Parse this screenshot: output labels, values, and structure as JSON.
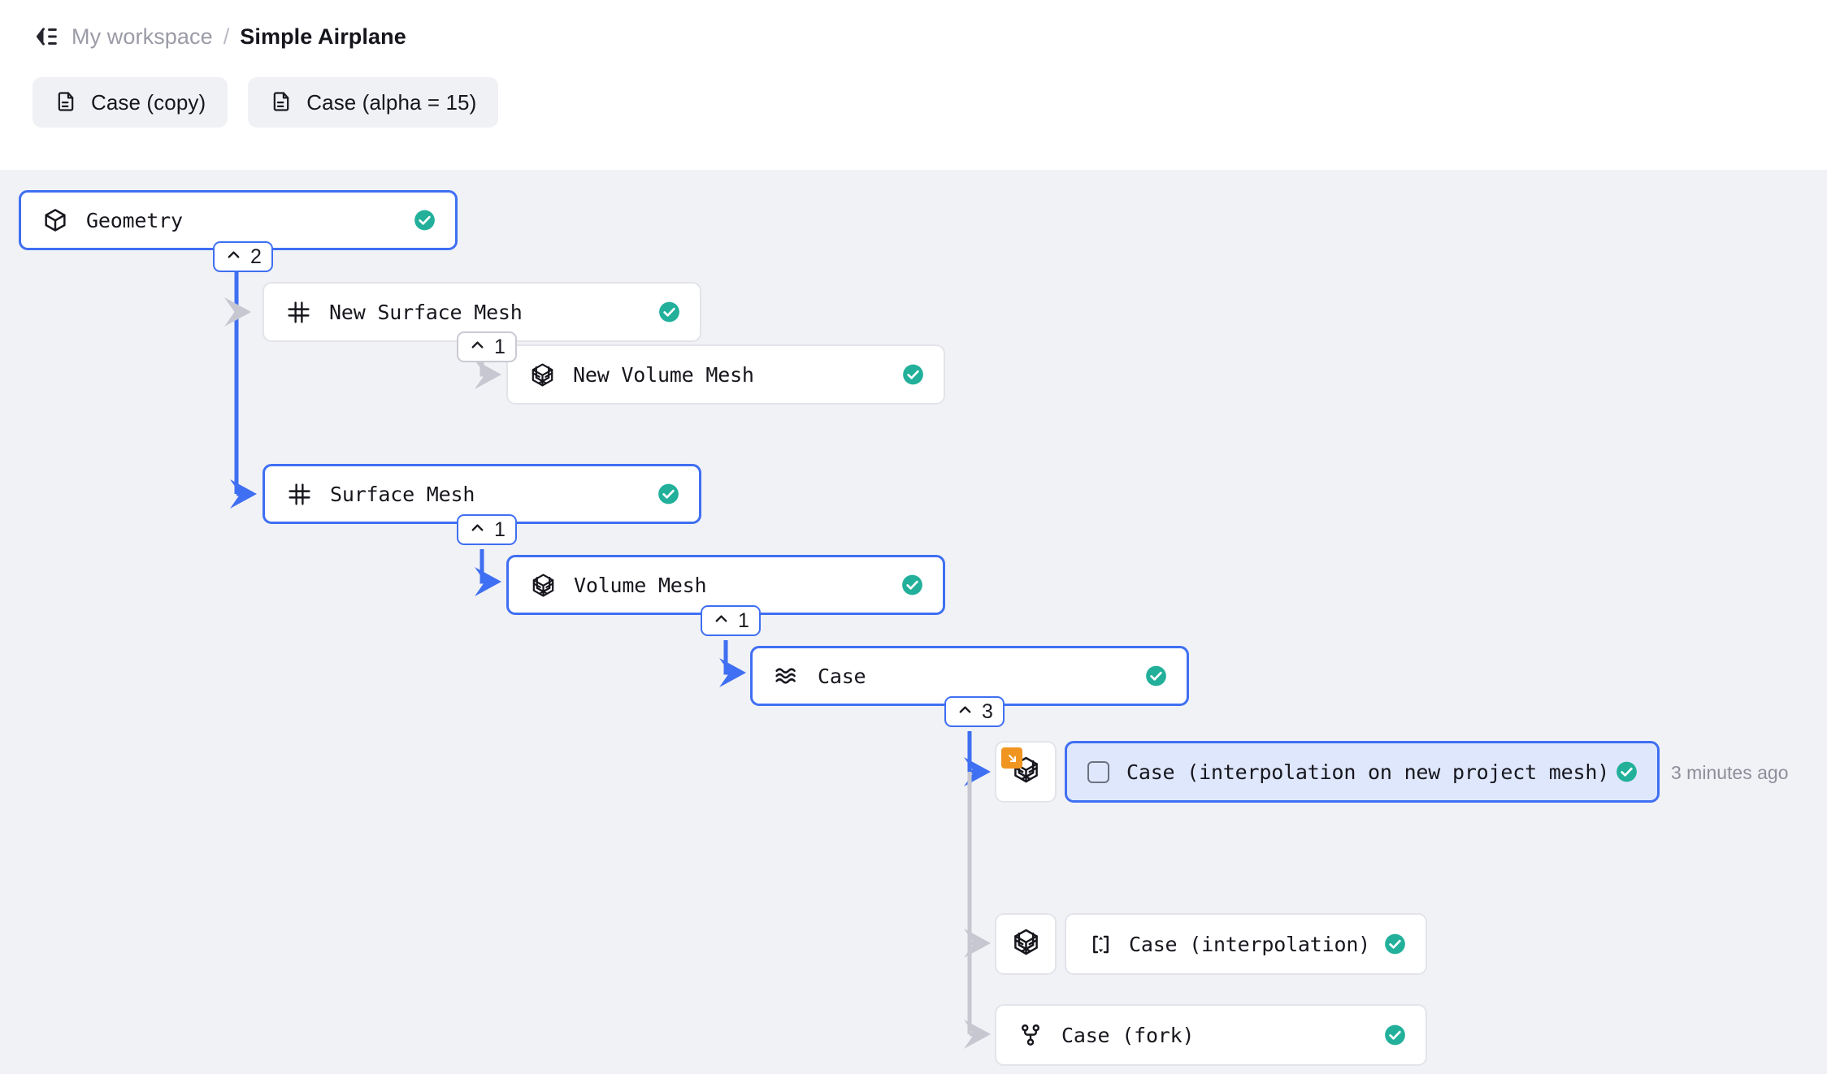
{
  "header": {
    "collapse_icon": "collapse-sidebar-icon",
    "breadcrumb": {
      "workspace": "My workspace",
      "separator": "/",
      "title": "Simple Airplane"
    },
    "chips": [
      {
        "icon": "file-text-icon",
        "label": "Case (copy)"
      },
      {
        "icon": "file-text-icon",
        "label": "Case (alpha = 15)"
      }
    ]
  },
  "colors": {
    "accent_blue": "#3f6ff2",
    "node_border": "#e3e4ea",
    "highlight_fill": "#dfe7fc",
    "status_green": "#22b09b",
    "flag_orange": "#f0951f",
    "canvas_bg": "#f1f2f6",
    "chip_bg": "#f0f1f5",
    "connector_gray": "#c6c7d0"
  },
  "graph": {
    "nodes": [
      {
        "id": "geometry",
        "label": "Geometry",
        "icon": "cube-icon",
        "status": "check-circle-icon",
        "selected": true,
        "highlighted": false,
        "badge": {
          "chevron": "chevron-up-icon",
          "count": "2",
          "color": "blue"
        }
      },
      {
        "id": "new-surface-mesh",
        "label": "New Surface Mesh",
        "icon": "grid-icon",
        "status": "check-circle-icon",
        "selected": false,
        "highlighted": false,
        "badge": {
          "chevron": "chevron-up-icon",
          "count": "1",
          "color": "gray"
        }
      },
      {
        "id": "new-volume-mesh",
        "label": "New Volume Mesh",
        "icon": "volume-mesh-icon",
        "status": "check-circle-icon",
        "selected": false,
        "highlighted": false,
        "badge": null
      },
      {
        "id": "surface-mesh",
        "label": "Surface Mesh",
        "icon": "grid-icon",
        "status": "check-circle-icon",
        "selected": true,
        "highlighted": false,
        "badge": {
          "chevron": "chevron-up-icon",
          "count": "1",
          "color": "blue"
        }
      },
      {
        "id": "volume-mesh",
        "label": "Volume Mesh",
        "icon": "volume-mesh-icon",
        "status": "check-circle-icon",
        "selected": true,
        "highlighted": false,
        "badge": {
          "chevron": "chevron-up-icon",
          "count": "1",
          "color": "blue"
        }
      },
      {
        "id": "case",
        "label": "Case",
        "icon": "fluid-waves-icon",
        "status": "check-circle-icon",
        "selected": true,
        "highlighted": false,
        "badge": {
          "chevron": "chevron-up-icon",
          "count": "3",
          "color": "blue"
        }
      },
      {
        "id": "case-interp-new-project-mesh",
        "label": "Case (interpolation on new project mesh)",
        "icon": "checkbox-unchecked-icon",
        "status": "check-circle-icon",
        "selected": false,
        "highlighted": true,
        "tile_icon": "volume-mesh-icon",
        "tile_flag": "arrow-down-right-icon",
        "timestamp": "3 minutes ago",
        "badge": null
      },
      {
        "id": "case-interpolation",
        "label": "Case (interpolation)",
        "icon": "interpolation-icon",
        "status": "check-circle-icon",
        "selected": false,
        "highlighted": false,
        "tile_icon": "volume-mesh-icon",
        "badge": null
      },
      {
        "id": "case-fork",
        "label": "Case (fork)",
        "icon": "git-fork-icon",
        "status": "check-circle-icon",
        "selected": false,
        "highlighted": false,
        "badge": null
      }
    ]
  }
}
